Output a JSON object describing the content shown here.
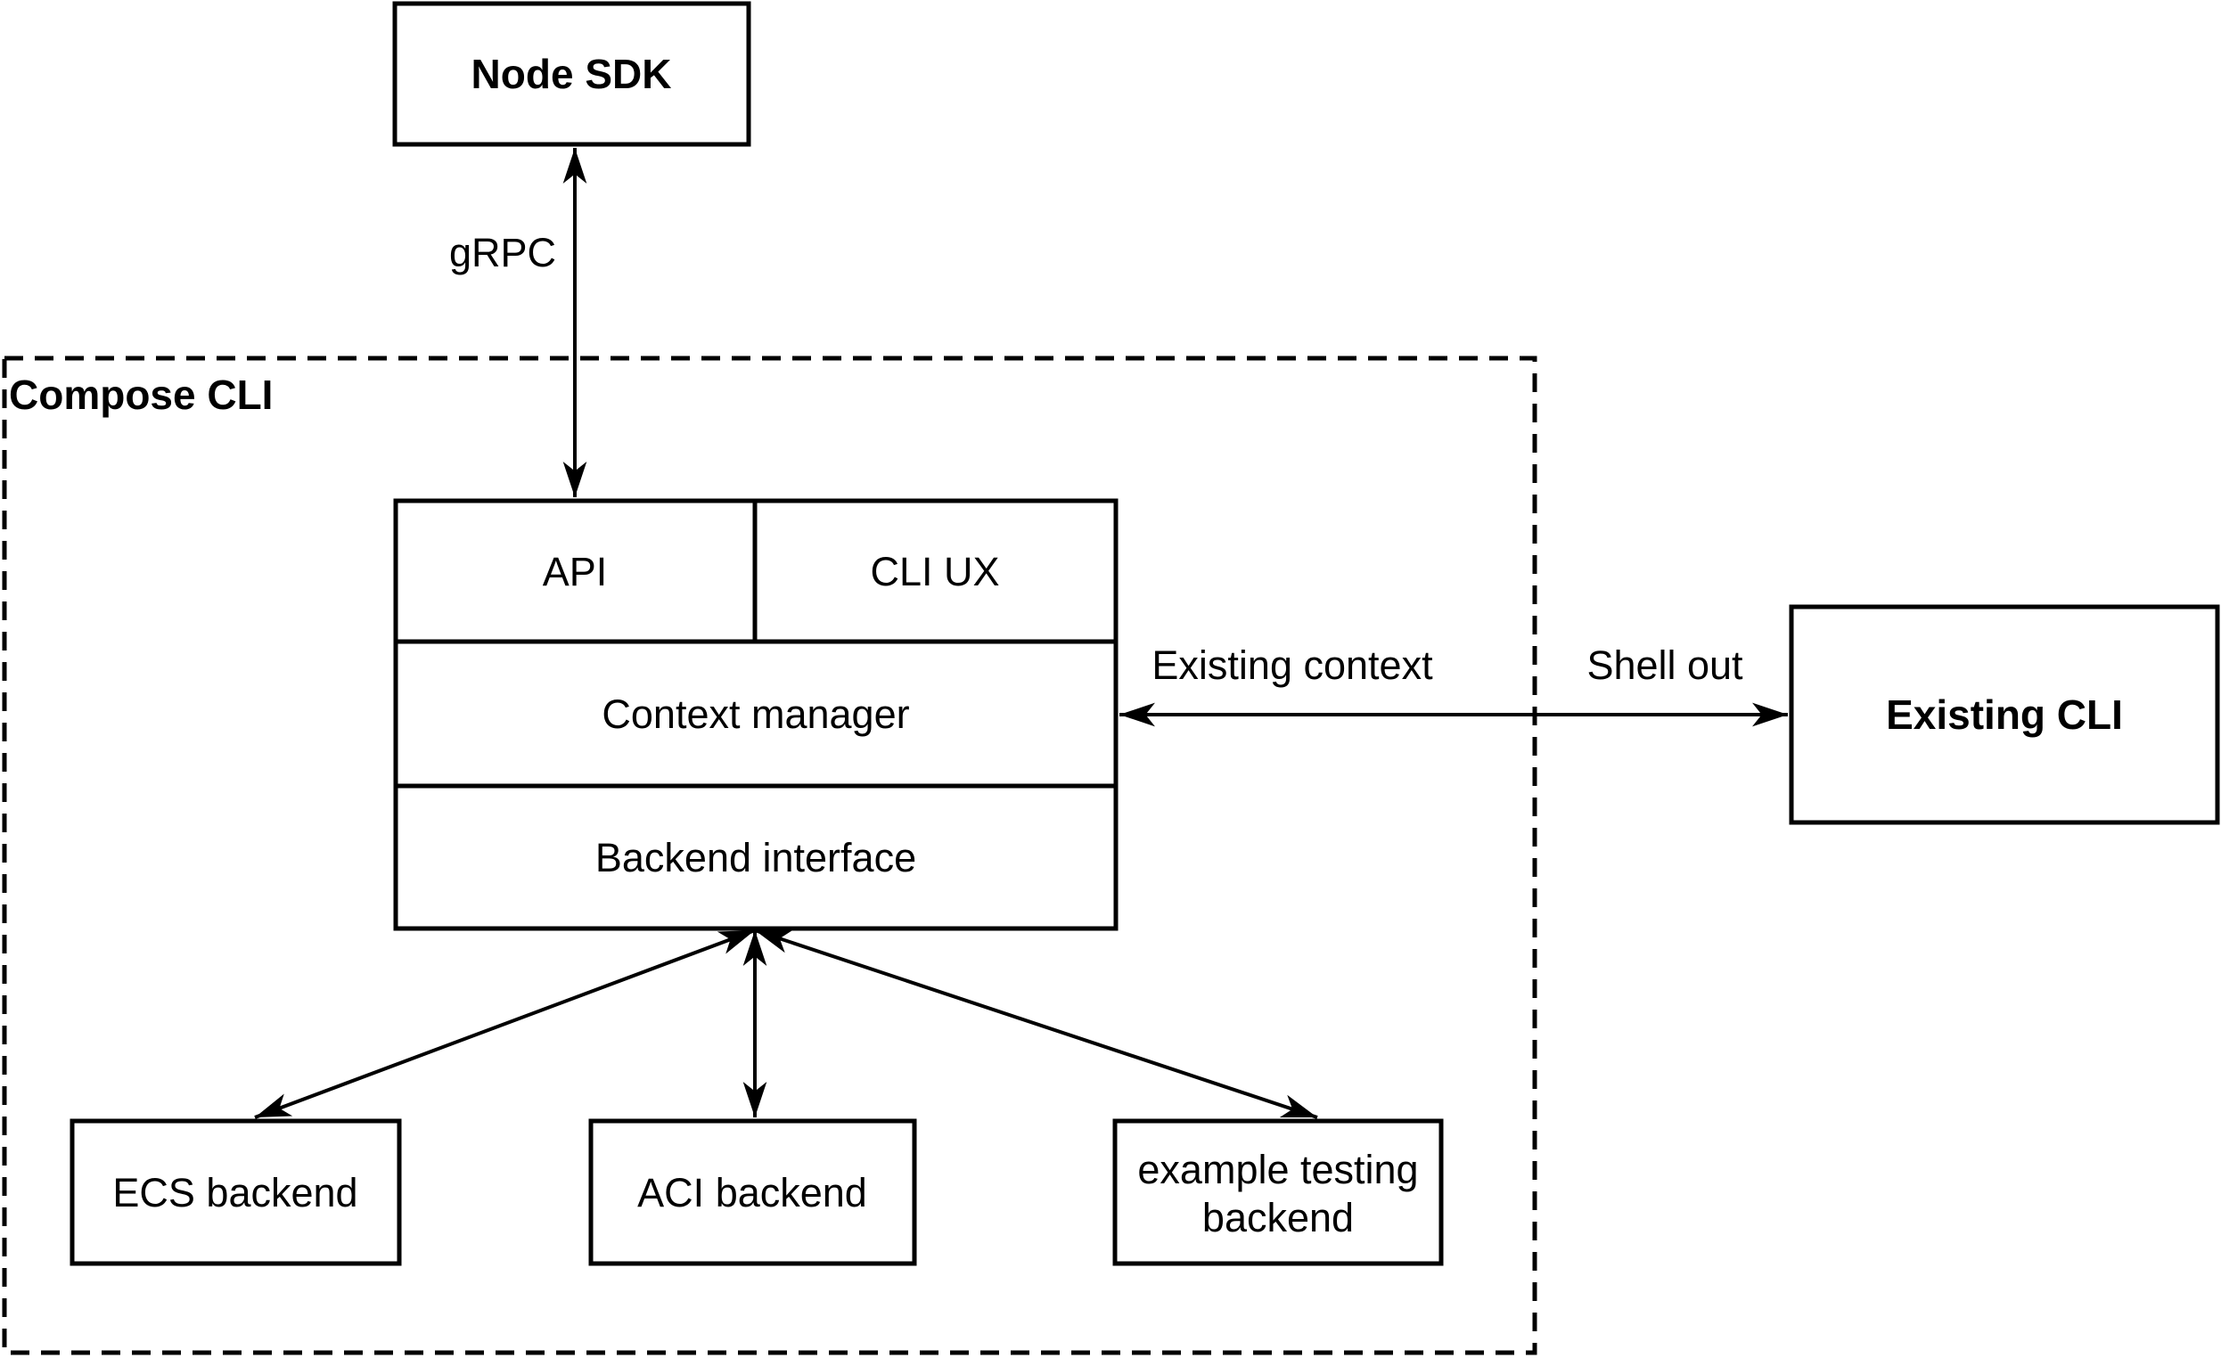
{
  "diagram": {
    "background_color": "#ffffff",
    "line_color": "#000000",
    "text_color": "#000000",
    "nodes": {
      "node_sdk": "Node SDK",
      "compose_cli_group": "Compose CLI",
      "api": "API",
      "cli_ux": "CLI UX",
      "context_manager": "Context manager",
      "backend_interface": "Backend interface",
      "existing_cli": "Existing CLI",
      "ecs_backend": "ECS backend",
      "aci_backend": "ACI backend",
      "example_testing_backend_line1": "example testing",
      "example_testing_backend_line2": "backend"
    },
    "edge_labels": {
      "grpc": "gRPC",
      "existing_context": "Existing context",
      "shell_out": "Shell out"
    }
  }
}
